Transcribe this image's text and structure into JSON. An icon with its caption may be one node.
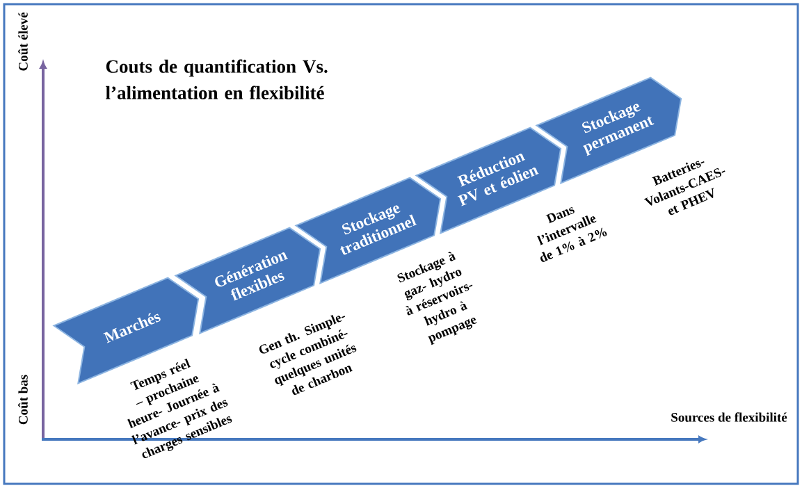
{
  "diagram": {
    "title": "Couts de quantification Vs. l’alimentation en flexibilité",
    "nodes": [
      {
        "text": [
          "Marchés"
        ],
        "beside": [
          "Temps réel – prochaine heure- Journée à l’avance- prix des charges sensibles"
        ]
      },
      {
        "text": [
          "Génération flexibles"
        ],
        "beside": [
          "Gen th. Simple-cycle combiné- quelques unités de charbon"
        ]
      },
      {
        "text": [
          "Stockage traditionnel"
        ],
        "beside": [
          "Stockage à gaz- hydro à réservoirs- hydro à pompage"
        ]
      },
      {
        "text": [
          "Réduction PV et éolien"
        ],
        "beside": [
          "Dans l’intervalle de 1% à 2%"
        ]
      },
      {
        "text": [
          "Stockage permanent"
        ],
        "beside": [
          "Batteries- Volants-CAES- et PHEV"
        ]
      }
    ],
    "labels": [
      "Coût élevé",
      "Coût bas",
      "Sources de flexibilité"
    ]
  }
}
